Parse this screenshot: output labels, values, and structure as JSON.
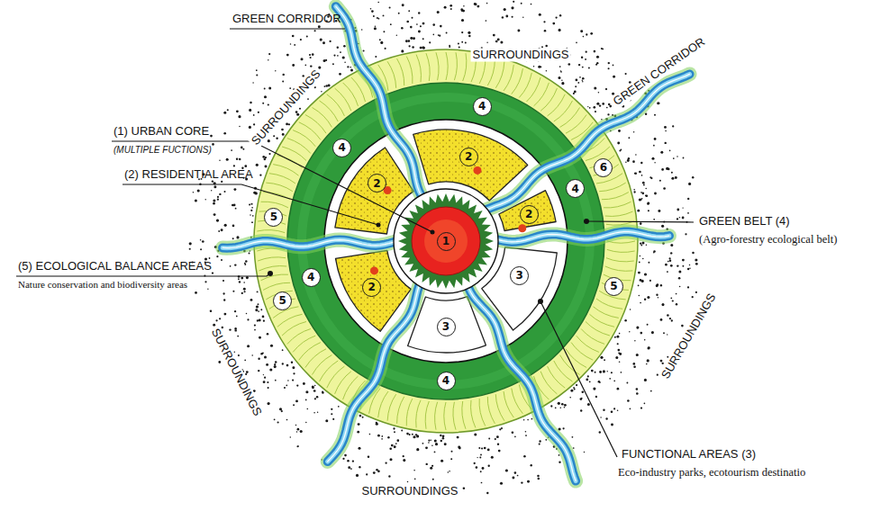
{
  "diagram": {
    "nodes": [
      {
        "text": [
          "4"
        ]
      },
      {
        "text": [
          "4"
        ]
      },
      {
        "text": [
          "6"
        ]
      },
      {
        "text": [
          "2"
        ]
      },
      {
        "text": [
          "4"
        ]
      },
      {
        "text": [
          "2"
        ]
      },
      {
        "text": [
          "2"
        ]
      },
      {
        "text": [
          "5"
        ]
      },
      {
        "text": [
          "1"
        ]
      },
      {
        "text": [
          "3"
        ]
      },
      {
        "text": [
          "4"
        ]
      },
      {
        "text": [
          "2"
        ]
      },
      {
        "text": [
          "5"
        ]
      },
      {
        "text": [
          "5"
        ]
      },
      {
        "text": [
          "3"
        ]
      },
      {
        "text": [
          "4"
        ]
      }
    ],
    "labels": [
      "GREEN CORRIDOR",
      "SURROUNDINGS",
      "GREEN CORRIDOR",
      "SURROUNDINGS",
      "(1) URBAN CORE",
      "(MULTIPLE FUCTIONS)",
      "(2) RESIDENTIAL AREA",
      "GREEN BELT (4)",
      "(Agro-forestry ecological belt)",
      "(5) ECOLOGICAL BALANCE AREAS",
      "Nature conservation and biodiversity areas",
      "SURROUNDINGS",
      "SURROUNDINGS",
      "FUNCTIONAL AREAS (3)",
      "Eco-industry parks, ecotourism destinatio",
      "SURROUNDINGS"
    ]
  }
}
